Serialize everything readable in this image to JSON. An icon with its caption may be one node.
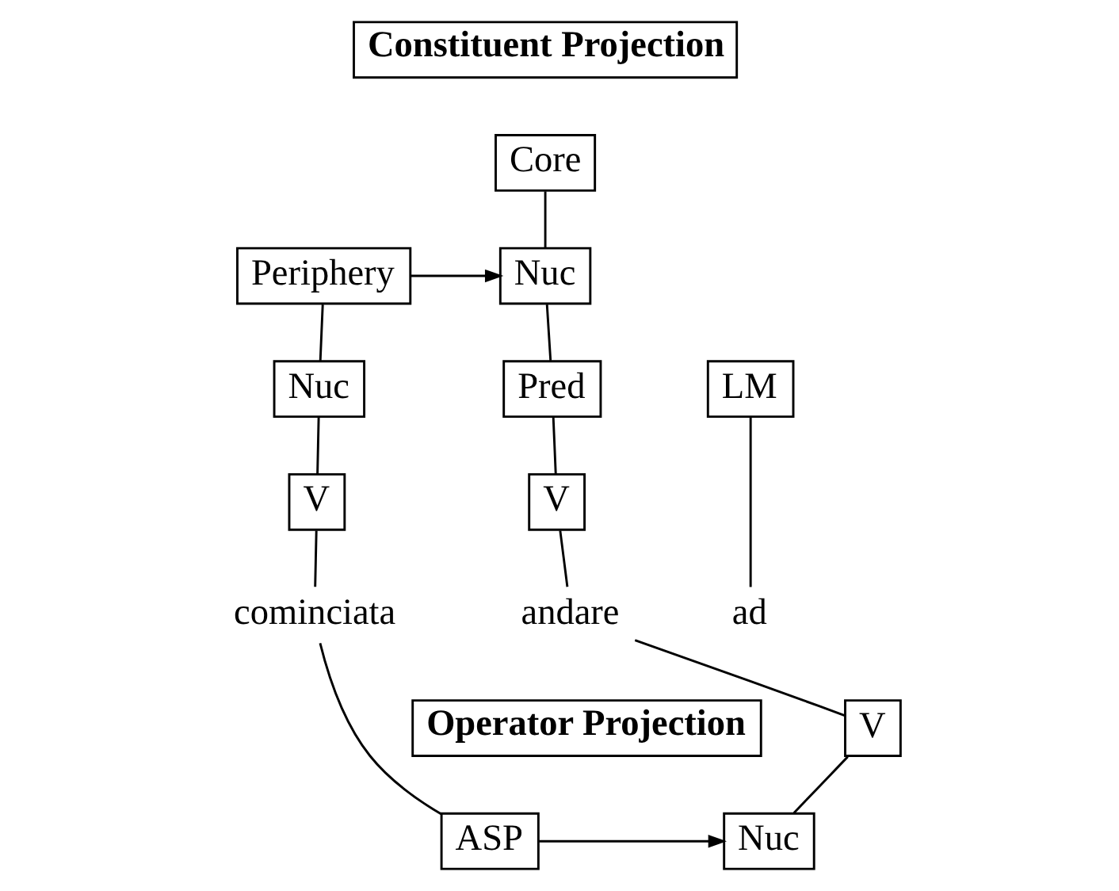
{
  "diagram": {
    "nodes": [
      {
        "text": [
          "Constituent Projection"
        ]
      },
      {
        "text": [
          "Core"
        ]
      },
      {
        "text": [
          "Periphery"
        ]
      },
      {
        "text": [
          "Nuc"
        ]
      },
      {
        "text": [
          "Nuc"
        ]
      },
      {
        "text": [
          "LM"
        ]
      },
      {
        "text": [
          "Pred"
        ]
      },
      {
        "text": [
          "V"
        ]
      },
      {
        "text": [
          "V"
        ]
      },
      {
        "text": [
          "cominciata"
        ]
      },
      {
        "text": [
          "ad"
        ]
      },
      {
        "text": [
          "andare"
        ]
      },
      {
        "text": [
          "V"
        ]
      },
      {
        "text": [
          "ASP"
        ]
      },
      {
        "text": [
          "Nuc"
        ]
      },
      {
        "text": [
          "Operator Projection"
        ]
      }
    ],
    "edges": [
      {
        "from": 1,
        "to": 3,
        "arrow": "none"
      },
      {
        "from": 2,
        "to": 3,
        "arrow": "to"
      },
      {
        "from": 2,
        "to": 4,
        "arrow": "none"
      },
      {
        "from": 3,
        "to": 6,
        "arrow": "none"
      },
      {
        "from": 4,
        "to": 7,
        "arrow": "none"
      },
      {
        "from": 5,
        "to": 10,
        "arrow": "none"
      },
      {
        "from": 6,
        "to": 8,
        "arrow": "none"
      },
      {
        "from": 7,
        "to": 9,
        "arrow": "none"
      },
      {
        "from": 8,
        "to": 11,
        "arrow": "none"
      },
      {
        "from": 11,
        "to": 12,
        "arrow": "none"
      },
      {
        "from": 9,
        "to": 13,
        "arrow": "none"
      },
      {
        "from": 12,
        "to": 14,
        "arrow": "none"
      },
      {
        "from": 13,
        "to": 14,
        "arrow": "to"
      }
    ]
  }
}
